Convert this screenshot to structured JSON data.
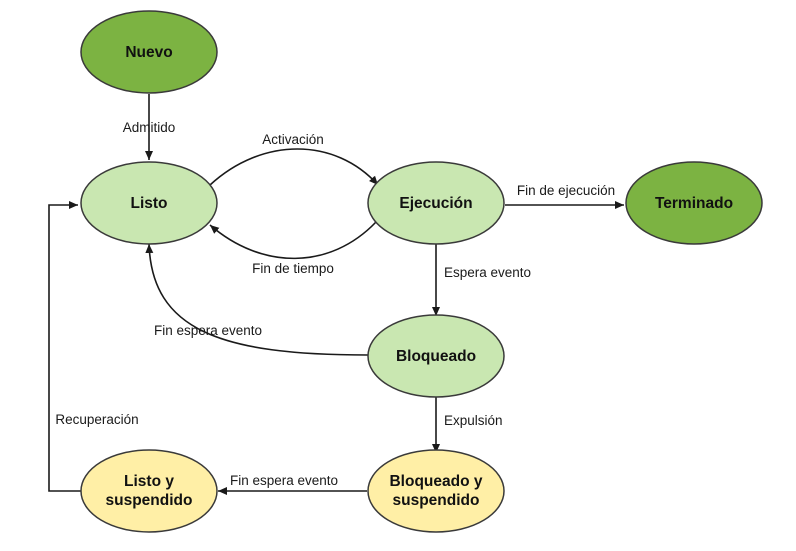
{
  "colors": {
    "initial_final_fill": "#7cb342",
    "active_fill": "#c9e7b1",
    "suspended_fill": "#ffefa6",
    "stroke": "#3a3a3a",
    "edge": "#1a1a1a"
  },
  "nodes": {
    "nuevo": {
      "label": "Nuevo"
    },
    "listo": {
      "label": "Listo"
    },
    "ejecucion": {
      "label": "Ejecución"
    },
    "terminado": {
      "label": "Terminado"
    },
    "bloqueado": {
      "label": "Bloqueado"
    },
    "listo_suspendido": {
      "line1": "Listo y",
      "line2": "suspendido"
    },
    "bloqueado_suspendido": {
      "line1": "Bloqueado y",
      "line2": "suspendido"
    }
  },
  "edges": {
    "admitido": "Admitido",
    "activacion": "Activación",
    "fin_tiempo": "Fin de tiempo",
    "fin_ejecucion": "Fin de ejecución",
    "espera_evento": "Espera evento",
    "fin_espera_evento": "Fin espera evento",
    "expulsion": "Expulsión",
    "fin_espera_evento_susp": "Fin espera evento",
    "recuperacion": "Recuperación"
  }
}
